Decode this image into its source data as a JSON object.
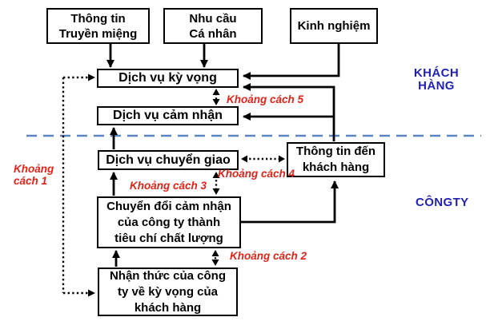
{
  "boxes": {
    "word_of_mouth": "Thông tin\nTruyền miệng",
    "personal_needs": "Nhu cầu\nCá nhân",
    "experience": "Kinh nghiệm",
    "expected_service": "Dịch vụ kỳ vọng",
    "perceived_service": "Dịch vụ cảm nhận",
    "service_delivery": "Dịch vụ chuyển giao",
    "external_communication": "Thông tin đến\nkhách hàng",
    "quality_specs": "Chuyển đổi cảm nhận\ncủa công ty thành\ntiêu chí chất lượng",
    "management_perception": "Nhận thức của công\nty về kỳ vọng của\nkhách hàng"
  },
  "gap_labels": {
    "gap1": "Khoảng\ncách 1",
    "gap2": "Khoảng cách 2",
    "gap3": "Khoảng cách 3",
    "gap4": "Khoảng cách 4",
    "gap5": "Khoảng cách 5"
  },
  "section_labels": {
    "customer": "KHÁCH\nHÀNG",
    "company": "CÔNGTY"
  },
  "colors": {
    "gap_label_red": "#e02318",
    "section_label_blue": "#2222b2",
    "divider_blue": "#5b85c0",
    "box_border": "#000000",
    "arrow": "#000000",
    "background": "#ffffff"
  },
  "connections": [
    {
      "from": "word_of_mouth",
      "to": "expected_service",
      "style": "solid"
    },
    {
      "from": "personal_needs",
      "to": "expected_service",
      "style": "solid"
    },
    {
      "from": "experience",
      "to": "expected_service",
      "style": "solid"
    },
    {
      "from": "external_communication",
      "to": "expected_service",
      "style": "solid"
    },
    {
      "from": "external_communication",
      "to": "perceived_service",
      "style": "solid"
    },
    {
      "from": "service_delivery",
      "to": "perceived_service",
      "style": "solid"
    },
    {
      "from": "quality_specs",
      "to": "service_delivery",
      "style": "solid"
    },
    {
      "from": "management_perception",
      "to": "quality_specs",
      "style": "solid"
    },
    {
      "from": "quality_specs",
      "to": "external_communication",
      "style": "solid"
    },
    {
      "from": "management_perception",
      "to": "expected_service",
      "style": "dotted",
      "gap": "gap1"
    },
    {
      "from": "expected_service",
      "to": "perceived_service",
      "style": "dotted-double",
      "gap": "gap5"
    },
    {
      "from": "service_delivery",
      "to": "quality_specs",
      "style": "dotted-double",
      "gap": "gap3"
    },
    {
      "from": "service_delivery",
      "to": "external_communication",
      "style": "dotted-double",
      "gap": "gap4"
    },
    {
      "from": "quality_specs",
      "to": "management_perception",
      "style": "dotted-double",
      "gap": "gap2"
    }
  ]
}
